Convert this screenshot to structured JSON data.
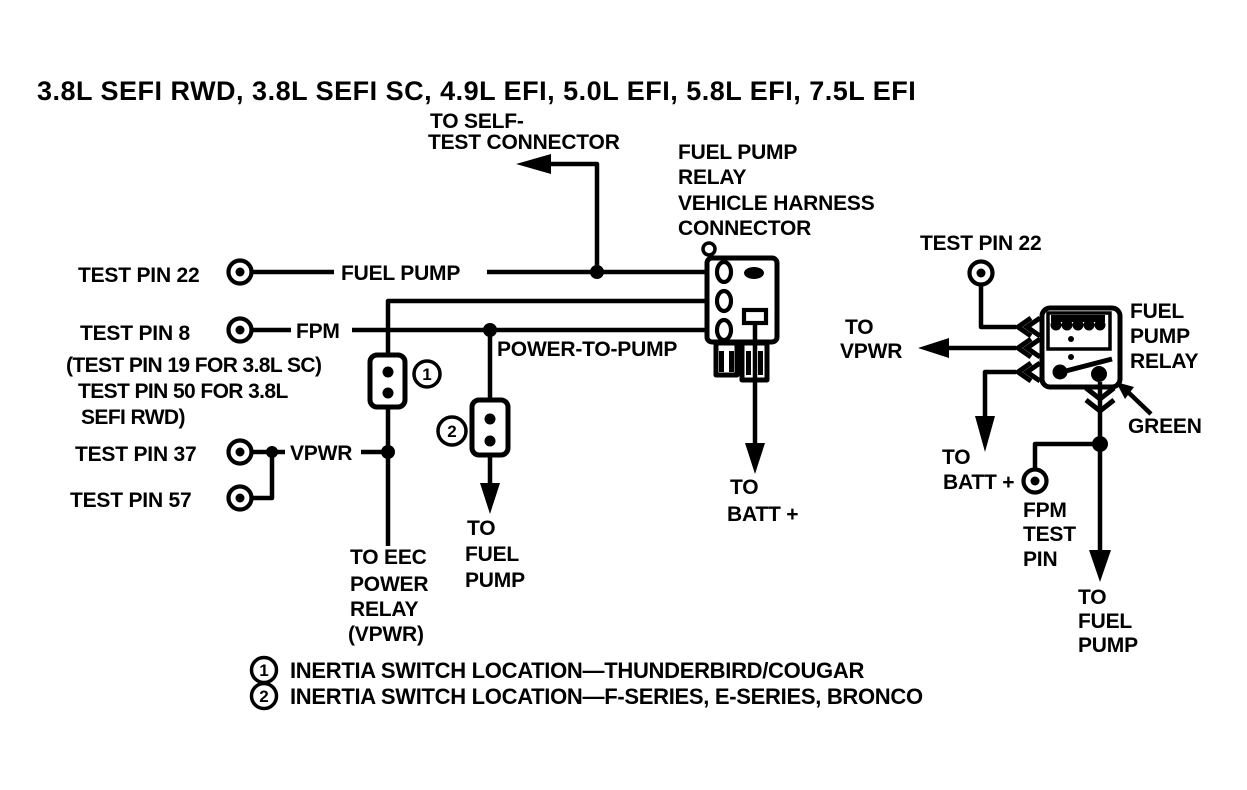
{
  "title": "3.8L SEFI RWD, 3.8L SEFI SC, 4.9L EFI, 5.0L EFI, 5.8L EFI, 7.5L EFI",
  "main": {
    "self_test": [
      "TO SELF-",
      "TEST CONNECTOR"
    ],
    "harness_connector": [
      "FUEL PUMP",
      "RELAY",
      "VEHICLE HARNESS",
      "CONNECTOR"
    ],
    "test_pin_22": "TEST PIN 22",
    "wire_fuel_pump": "FUEL PUMP",
    "test_pin_8": "TEST PIN 8",
    "wire_fpm": "FPM",
    "pin8_note": [
      "(TEST PIN 19 FOR 3.8L SC)",
      "TEST PIN 50 FOR 3.8L",
      "SEFI RWD)"
    ],
    "test_pin_37": "TEST PIN 37",
    "wire_vpwr": "VPWR",
    "test_pin_57": "TEST PIN 57",
    "wire_power_to_pump": "POWER-TO-PUMP",
    "switch1_marker": "1",
    "switch2_marker": "2",
    "to_eec": [
      "TO EEC",
      "POWER",
      "RELAY",
      "(VPWR)"
    ],
    "to_fuel_pump": [
      "TO",
      "FUEL",
      "PUMP"
    ],
    "to_batt": [
      "TO",
      "BATT +"
    ]
  },
  "relay_detail": {
    "test_pin_22": "TEST PIN 22",
    "to_vpwr": [
      "TO",
      "VPWR"
    ],
    "relay_label": [
      "FUEL",
      "PUMP",
      "RELAY"
    ],
    "green": "GREEN",
    "to_batt": [
      "TO",
      "BATT +"
    ],
    "fpm_test_pin": [
      "FPM",
      "TEST",
      "PIN"
    ],
    "to_fuel_pump": [
      "TO",
      "FUEL",
      "PUMP"
    ]
  },
  "legend": [
    {
      "marker": "1",
      "text": "INERTIA SWITCH LOCATION—THUNDERBIRD/COUGAR"
    },
    {
      "marker": "2",
      "text": "INERTIA SWITCH LOCATION—F-SERIES, E-SERIES, BRONCO"
    }
  ],
  "colors": {
    "ink": "#000000",
    "paper": "#ffffff"
  }
}
